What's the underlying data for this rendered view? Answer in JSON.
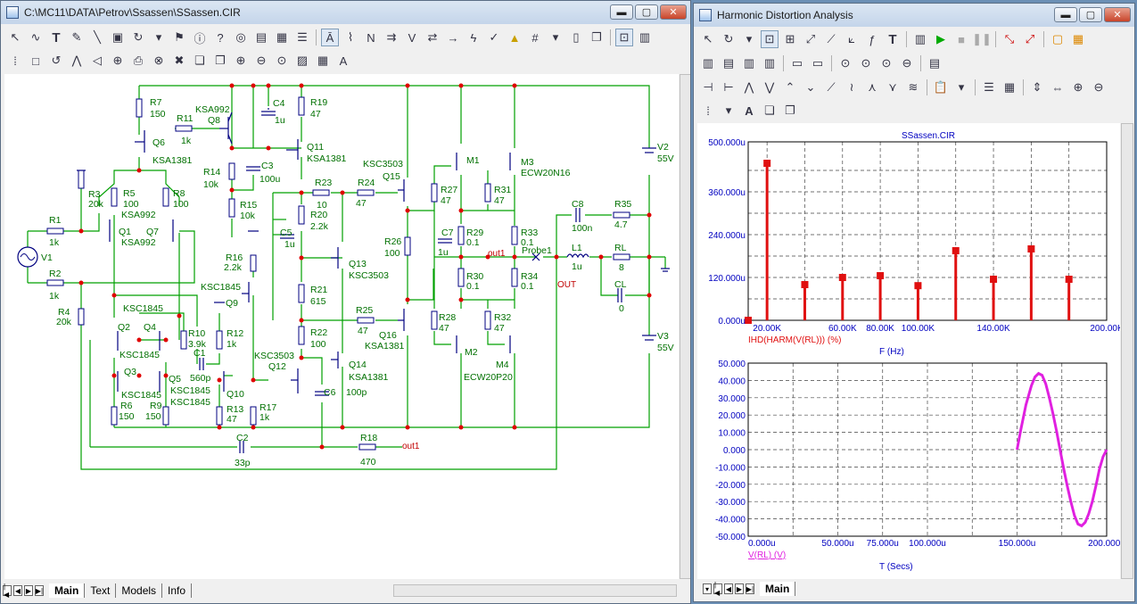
{
  "schematic_window": {
    "title": "C:\\MC11\\DATA\\Petrov\\Ssassen\\SSassen.CIR",
    "window_buttons": {
      "minimize": "▬",
      "maximize": "▢",
      "close": "✕"
    },
    "tabs": [
      "Main",
      "Text",
      "Models",
      "Info"
    ],
    "active_tab": "Main",
    "components": {
      "R7": "R7",
      "R7v": "150",
      "R11": "R11",
      "R11v": "1k",
      "Q8": "Q8",
      "Q8t": "KSA992",
      "Q6": "Q6",
      "Q6t": "KSA1381",
      "C4": "C4",
      "C4v": "1u",
      "R19": "R19",
      "R19v": "47",
      "Q11": "Q11",
      "Q11t": "KSA1381",
      "C3": "C3",
      "C3v": "100u",
      "R14": "R14",
      "R14v": "10k",
      "R15": "R15",
      "R15v": "10k",
      "Q15": "Q15",
      "Q15t": "KSC3503",
      "R23": "R23",
      "R23v": "10",
      "R24": "R24",
      "R24v": "47",
      "R20": "R20",
      "R20v": "2.2k",
      "C5": "C5",
      "C5v": "1u",
      "R16": "R16",
      "R16v": "2.2k",
      "Q13": "Q13",
      "Q13t": "KSC3503",
      "R21": "R21",
      "R21v": "615",
      "R25": "R25",
      "R25v": "47",
      "Q16": "Q16",
      "Q16t": "KSA1381",
      "R22": "R22",
      "R22v": "100",
      "Q14": "Q14",
      "Q14t": "KSA1381",
      "C6": "C6",
      "C6v": "100p",
      "Q12": "Q12",
      "Q12t": "KSC3503",
      "R26": "R26",
      "R26v": "100",
      "C7": "C7",
      "C7v": "1u",
      "R27": "R27",
      "R27v": "47",
      "M1": "M1",
      "R29": "R29",
      "R29v": "0.1",
      "R30": "R30",
      "R30v": "0.1",
      "R28": "R28",
      "R28v": "47",
      "M2": "M2",
      "M3": "M3",
      "M3t": "ECW20N16",
      "R31": "R31",
      "R31v": "47",
      "R33": "R33",
      "R33v": "0.1",
      "R34": "R34",
      "R34v": "0.1",
      "R32": "R32",
      "R32v": "47",
      "M4": "M4",
      "M4t": "ECW20P20",
      "C8": "C8",
      "C8v": "100n",
      "R35": "R35",
      "R35v": "4.7",
      "L1": "L1",
      "L1v": "1u",
      "RL": "RL",
      "RLv": "8",
      "CL": "CL",
      "CLv": "0",
      "V2": "V2",
      "V2v": "55V",
      "V3": "V3",
      "V3v": "55V",
      "Probe1": "Probe1",
      "out1a": "out1",
      "out1b": "out1",
      "OUT": "OUT",
      "V1": "V1",
      "R1": "R1",
      "R1v": "1k",
      "R2": "R2",
      "R2v": "1k",
      "R3": "R3",
      "R3v": "20k",
      "R4": "R4",
      "R4v": "20k",
      "R5": "R5",
      "R5v": "100",
      "R8": "R8",
      "R8v": "100",
      "Q1": "Q1",
      "Q1t": "KSA992",
      "Q7": "Q7",
      "Q7t": "KSA992",
      "Q9": "Q9",
      "Q9t": "KSC1845",
      "Q2": "Q2",
      "Q2t": "KSC1845",
      "Q4": "Q4",
      "Q3": "Q3",
      "Q3t": "KSC1845",
      "Q5": "Q5",
      "Q5t": "KSC1845",
      "Q10": "Q10",
      "Q10t": "KSC1845",
      "R10": "R10",
      "R10v": "3.9k",
      "R12": "R12",
      "R12v": "1k",
      "C1": "C1",
      "C1v": "560p",
      "R6": "R6",
      "R6v": "150",
      "R9": "R9",
      "R9v": "150",
      "R13": "R13",
      "R13v": "47",
      "R17": "R17",
      "R17v": "1k",
      "C2": "C2",
      "C2v": "33p",
      "R18": "R18",
      "R18v": "470",
      "KSC1845b": "KSC1845"
    }
  },
  "analysis_window": {
    "title": "Harmonic Distortion Analysis",
    "window_buttons": {
      "minimize": "▬",
      "maximize": "▢",
      "close": "✕"
    },
    "tabs": [
      "Main"
    ],
    "active_tab": "Main",
    "toolbar_text_glyphs": {
      "text_tool": "T",
      "font_tool": "A"
    }
  },
  "chart_data": [
    {
      "type": "bar",
      "title": "SSassen.CIR",
      "xlabel": "F (Hz)",
      "ylabel": "",
      "legend": "IHD(HARM(V(RL))) (%)",
      "x_tick_labels": [
        "20.00K",
        "60.00K",
        "80.00K",
        "100.00K",
        "140.00K",
        "200.00K"
      ],
      "y_tick_labels": [
        "0.000u",
        "120.000u",
        "240.000u",
        "360.000u",
        "500.000u"
      ],
      "xlim": [
        10000,
        200000
      ],
      "ylim": [
        0,
        500
      ],
      "y_unit": "u",
      "x": [
        10000,
        20000,
        40000,
        60000,
        80000,
        100000,
        120000,
        140000,
        160000,
        180000,
        200000
      ],
      "values": [
        0,
        440,
        100,
        120,
        125,
        97,
        195,
        115,
        200,
        115
      ],
      "color": "#e01010"
    },
    {
      "type": "line",
      "title": "",
      "xlabel": "T (Secs)",
      "ylabel": "",
      "legend": "V(RL) (V)",
      "x_tick_labels": [
        "0.000u",
        "50.000u",
        "75.000u",
        "100.000u",
        "150.000u",
        "200.000u"
      ],
      "y_tick_labels": [
        "50.000",
        "40.000",
        "30.000",
        "20.000",
        "10.000",
        "0.000",
        "-10.000",
        "-20.000",
        "-30.000",
        "-40.000",
        "-50.000"
      ],
      "xlim": [
        0,
        200
      ],
      "ylim": [
        -50,
        50
      ],
      "x_unit": "u",
      "series": [
        {
          "x": [
            150,
            152,
            155,
            158,
            160,
            162,
            164,
            166,
            168,
            170,
            172,
            174,
            176,
            178,
            180,
            182,
            184,
            186,
            188,
            190,
            192,
            194,
            196,
            198,
            200
          ],
          "values": [
            0,
            11,
            26,
            37,
            42,
            44,
            43,
            38,
            30,
            21,
            11,
            0,
            -11,
            -21,
            -30,
            -38,
            -43,
            -44,
            -42,
            -37,
            -30,
            -21,
            -11,
            -4,
            0
          ]
        }
      ],
      "color": "#e020e0"
    }
  ]
}
